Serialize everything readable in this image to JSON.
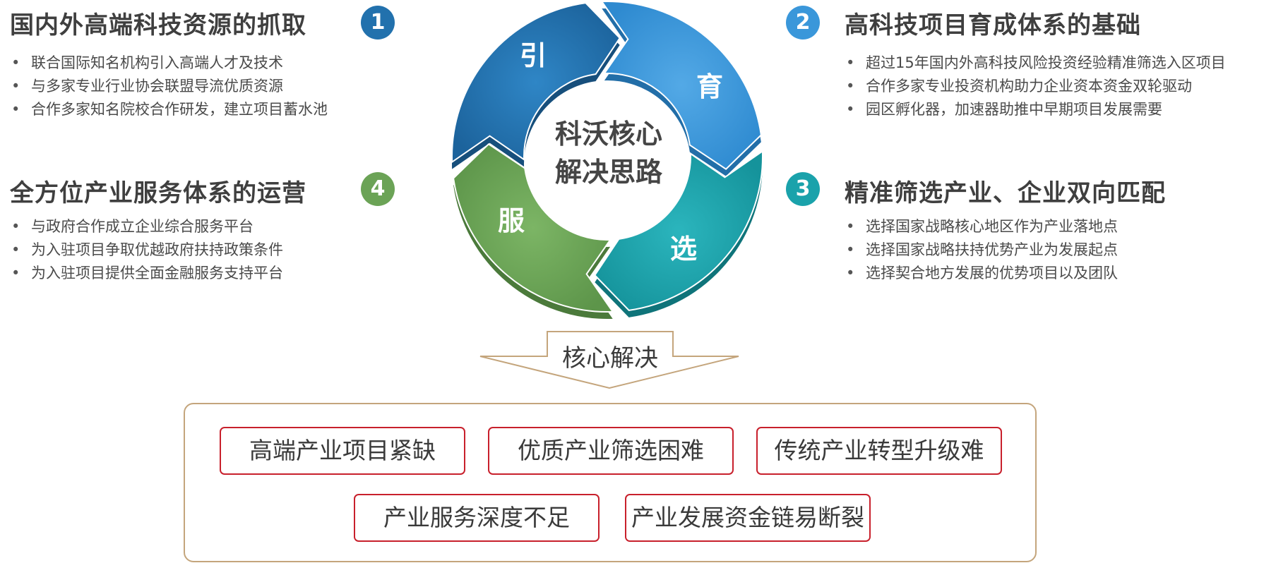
{
  "colors": {
    "blue_dark": "#2271ad",
    "blue_light": "#3a97da",
    "teal": "#1aa2ab",
    "green": "#6ba356",
    "issue_border": "#c8202c",
    "box_border": "#c4a57c"
  },
  "center": {
    "line1": "科沃核心",
    "line2": "解决思路"
  },
  "cycle": {
    "yin": "引",
    "yu": "育",
    "xuan": "选",
    "fu": "服"
  },
  "sections": [
    {
      "number": "1",
      "title": "国内外高端科技资源的抓取",
      "items": [
        "联合国际知名机构引入高端人才及技术",
        "与多家专业行业协会联盟导流优质资源",
        "合作多家知名院校合作研发，建立项目蓄水池"
      ]
    },
    {
      "number": "2",
      "title": "高科技项目育成体系的基础",
      "items": [
        "超过15年国内外高科技风险投资经验精准筛选入区项目",
        "合作多家专业投资机构助力企业资本资金双轮驱动",
        "园区孵化器，加速器助推中早期项目发展需要"
      ]
    },
    {
      "number": "3",
      "title": "精准筛选产业、企业双向匹配",
      "items": [
        "选择国家战略核心地区作为产业落地点",
        "选择国家战略扶持优势产业为发展起点",
        "选择契合地方发展的优势项目以及团队"
      ]
    },
    {
      "number": "4",
      "title": "全方位产业服务体系的运营",
      "items": [
        "与政府合作成立企业综合服务平台",
        "为入驻项目争取优越政府扶持政策条件",
        "为入驻项目提供全面金融服务支持平台"
      ]
    }
  ],
  "arrow_label": "核心解决",
  "issues": [
    "高端产业项目紧缺",
    "优质产业筛选困难",
    "传统产业转型升级难",
    "产业服务深度不足",
    "产业发展资金链易断裂"
  ]
}
